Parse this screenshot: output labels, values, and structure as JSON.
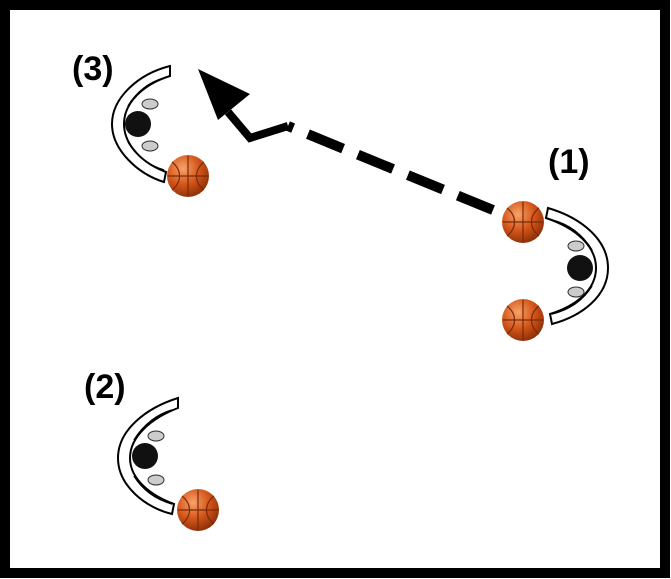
{
  "diagram": {
    "players": [
      {
        "id": "player-1",
        "label": "(1)",
        "facing": "left",
        "balls": 2
      },
      {
        "id": "player-2",
        "label": "(2)",
        "facing": "right",
        "balls": 1
      },
      {
        "id": "player-3",
        "label": "(3)",
        "facing": "right",
        "balls": 1
      }
    ],
    "pass": {
      "from": "(1)",
      "to": "(3)",
      "style": "dashed",
      "color": "#000000"
    },
    "colors": {
      "frame": "#000000",
      "background": "#ffffff",
      "ball": "#d4561a",
      "ball_highlight": "#f08a4b",
      "ball_seam": "#7a2a08",
      "player_head": "#111111",
      "player_body": "#ffffff"
    }
  }
}
